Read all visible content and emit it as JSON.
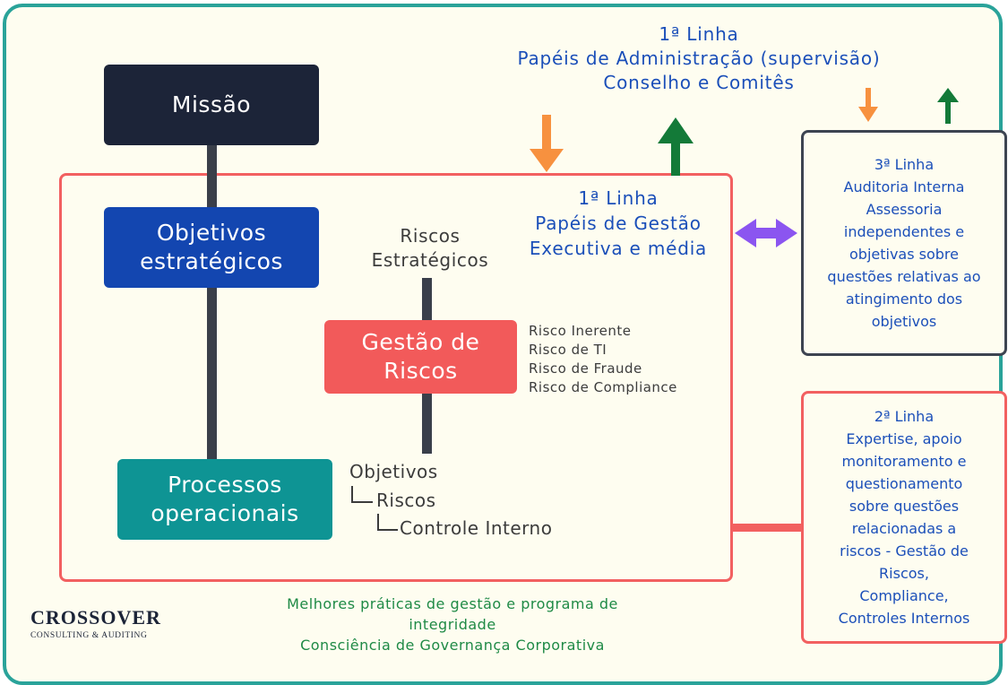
{
  "board": {
    "top_line": {
      "line1": "1ª Linha",
      "line2": "Papéis de Administração (supervisão)",
      "line3": "Conselho e Comitês"
    },
    "missao": "Missão",
    "objetivos": "Objetivos\nestratégicos",
    "processos": "Processos\noperacionais",
    "riscos_estrategicos": "Riscos\nEstratégicos",
    "gestao": "Gestão de\nRiscos",
    "risk_list": [
      "Risco Inerente",
      "Risco de TI",
      "Risco de Fraude",
      "Risco de Compliance"
    ],
    "tree": {
      "objetivos": "Objetivos",
      "riscos": "Riscos",
      "controle": "Controle Interno"
    },
    "first_line_box": {
      "line1": "1ª Linha",
      "line2": "Papéis de Gestão",
      "line3": "Executiva e média"
    },
    "third_line": "3ª Linha\nAuditoria Interna\nAssessoria\nindependentes e\nobjetivas sobre\nquestões relativas ao\natingimento dos\nobjetivos",
    "second_line": "2ª Linha\nExpertise, apoio\nmonitoramento e\nquestionamento\nsobre questões\nrelacionadas a\nriscos - Gestão de\nRiscos,\nCompliance,\nControles Internos",
    "footer": {
      "line1": "Melhores práticas de gestão e programa de",
      "line2": "integridade",
      "line3": "Consciência de Governança Corporativa"
    },
    "logo": {
      "name": "CROSSOVER",
      "sub": "CONSULTING & AUDITING"
    }
  },
  "colors": {
    "arrow_down": "#f7913f",
    "arrow_up": "#137a38",
    "arrow_bidirectional": "#8b55f0",
    "outline_red": "#f26060",
    "text_blue": "#1b4fb9",
    "text_green": "#1f8a46"
  }
}
